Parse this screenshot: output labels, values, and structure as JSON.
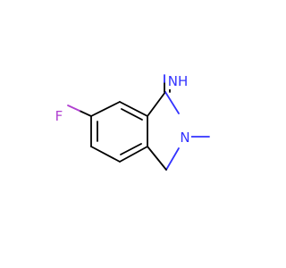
{
  "molecule": {
    "atoms": {
      "fluorine": {
        "label": "F",
        "color": "#b040d0"
      },
      "ring_nitrogen": {
        "label": "N",
        "color": "#3333ff"
      },
      "imine": {
        "label": "NH",
        "color": "#3333ff"
      }
    }
  }
}
